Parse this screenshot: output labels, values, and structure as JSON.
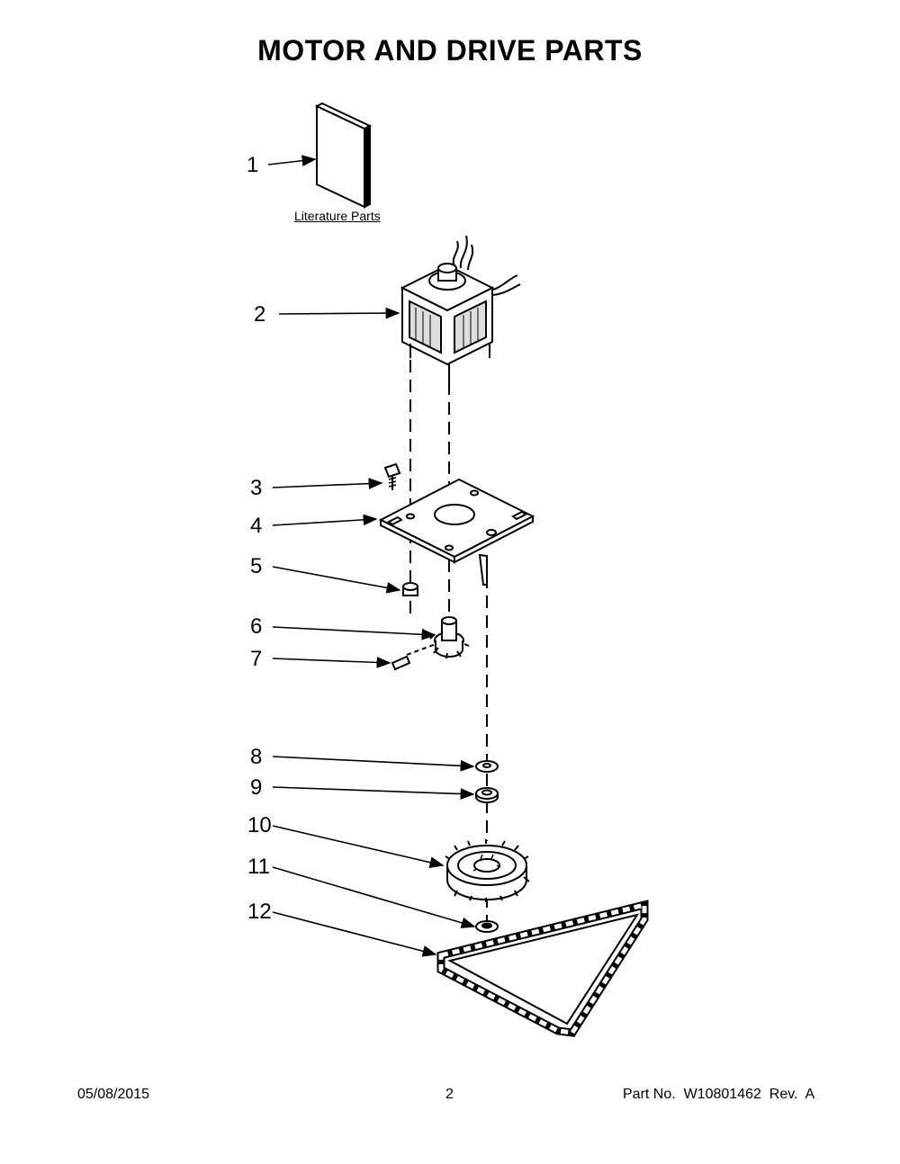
{
  "title": "MOTOR AND DRIVE PARTS",
  "literature_label": "Literature Parts",
  "callouts": [
    "1",
    "2",
    "3",
    "4",
    "5",
    "6",
    "7",
    "8",
    "9",
    "10",
    "11",
    "12"
  ],
  "footer": {
    "date": "05/08/2015",
    "page": "2",
    "part_number": "Part No.  W10801462  Rev.  A"
  }
}
